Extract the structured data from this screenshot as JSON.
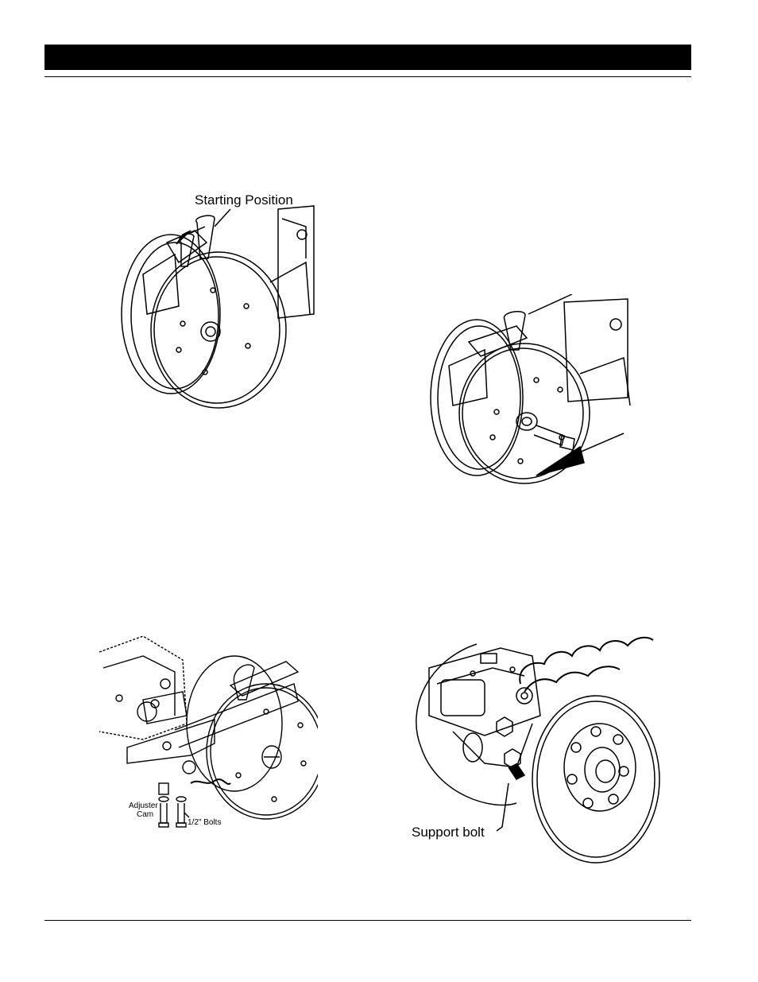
{
  "figures": {
    "fig1": {
      "label": "Starting  Position"
    },
    "fig3": {
      "label_cam_1": "Adjuster",
      "label_cam_2": "Cam",
      "label_bolts": "1/2\"  Bolts"
    },
    "fig4": {
      "label": "Support  bolt"
    }
  }
}
